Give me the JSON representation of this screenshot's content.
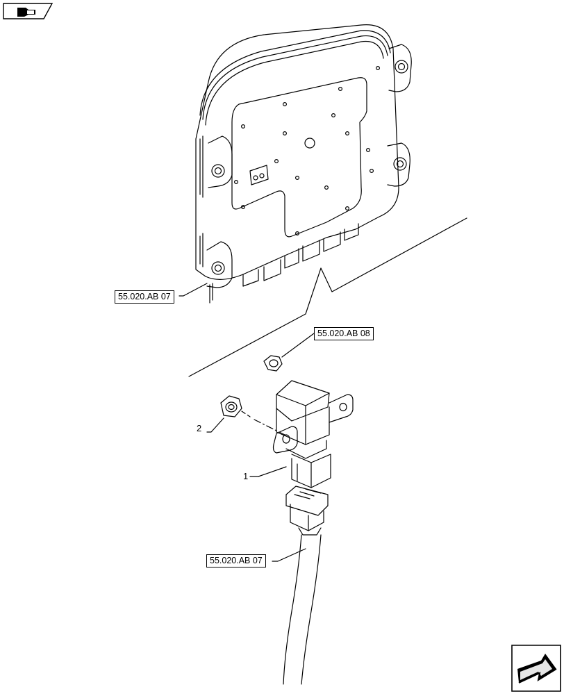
{
  "references": {
    "ecu": "55.020.AB 07",
    "nut": "55.020.AB 08",
    "harness": "55.020.AB 07"
  },
  "callouts": {
    "relay": "1",
    "nut": "2"
  },
  "icons": {
    "top_left": "previous-page-icon",
    "bottom_right": "next-page-icon"
  }
}
